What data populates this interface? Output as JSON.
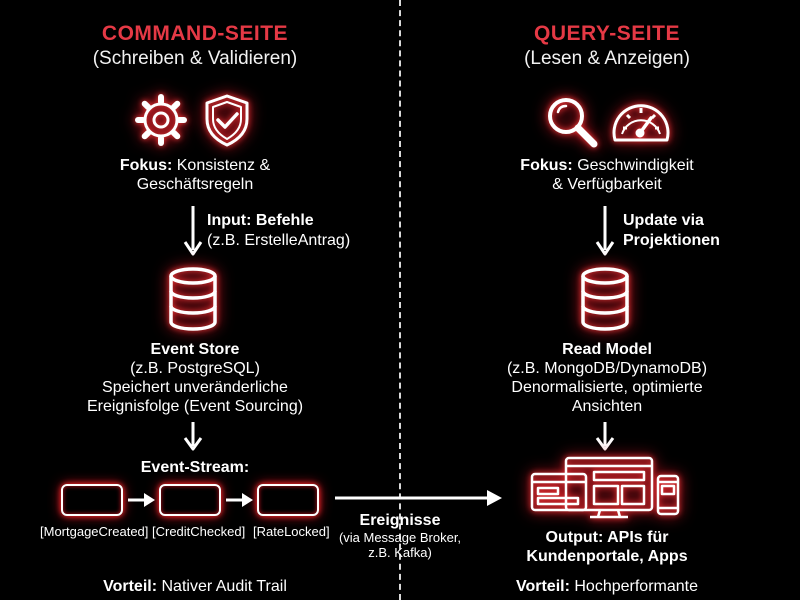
{
  "command": {
    "title": "COMMAND-SEITE",
    "subtitle": "(Schreiben & Validieren)",
    "icons": [
      "gear-icon",
      "shield-check-icon",
      "database-icon"
    ],
    "focus_label": "Fokus:",
    "focus_text": "Konsistenz &",
    "focus_text_2": "Geschäftsregeln",
    "input_label": "Input: Befehle",
    "input_example": "(z.B. ErstelleAntrag)",
    "store_title": "Event Store",
    "store_line1": "(z.B. PostgreSQL)",
    "store_line2": "Speichert unveränderliche",
    "store_line3": "Ereignisfolge (Event Sourcing)",
    "stream_label": "Event-Stream:",
    "events": [
      "[MortgageCreated]",
      "[CreditChecked]",
      "[RateLocked]"
    ],
    "advantage_label": "Vorteil:",
    "advantage_text": "Nativer Audit Trail"
  },
  "query": {
    "title": "QUERY-SEITE",
    "subtitle": "(Lesen & Anzeigen)",
    "icons": [
      "magnifier-icon",
      "speedometer-icon",
      "database-icon",
      "devices-icon"
    ],
    "focus_label": "Fokus:",
    "focus_text": "Geschwindigkeit",
    "focus_text_2": "& Verfügbarkeit",
    "update_line1": "Update via",
    "update_line2": "Projektionen",
    "model_title": "Read Model",
    "model_line1": "(z.B. MongoDB/DynamoDB)",
    "model_line2": "Denormalisierte, optimierte",
    "model_line3": "Ansichten",
    "output_line1": "Output: APIs für",
    "output_line2": "Kundenportale, Apps",
    "advantage_label": "Vorteil:",
    "advantage_text": "Hochperformante"
  },
  "bridge": {
    "title": "Ereignisse",
    "line1": "(via Message Broker,",
    "line2": "z.B. Kafka)"
  },
  "colors": {
    "accent": "#e53945",
    "glow": "#c1121f",
    "background": "#000000",
    "text": "#ffffff"
  }
}
